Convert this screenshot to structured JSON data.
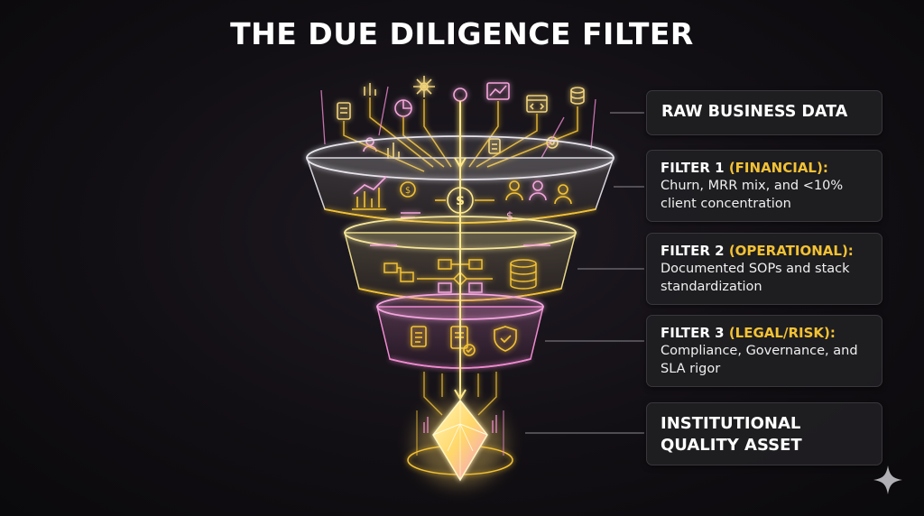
{
  "title": "THE DUE DILIGENCE FILTER",
  "stages": [
    {
      "heading": "RAW BUSINESS DATA",
      "tag": "",
      "description": ""
    },
    {
      "heading": "FILTER 1 ",
      "tag": "(FINANCIAL):",
      "description": "Churn, MRR mix, and <10% client concentration"
    },
    {
      "heading": "FILTER 2 ",
      "tag": "(OPERATIONAL):",
      "description": "Documented SOPs and stack standardization"
    },
    {
      "heading": "FILTER 3 ",
      "tag": "(LEGAL/RISK):",
      "description": "Compliance, Governance, and SLA rigor"
    },
    {
      "heading": "INSTITUTIONAL QUALITY ASSET",
      "tag": "",
      "description": ""
    }
  ],
  "colors": {
    "accent_gold": "#f3c234",
    "glow_yellow": "#ffe98a",
    "glow_pink": "#f08ad0",
    "card_bg": "#201e22"
  },
  "icons": [
    "document-icon",
    "bar-chart-icon",
    "pie-chart-icon",
    "network-icon",
    "line-chart-icon",
    "browser-code-icon",
    "database-icon",
    "gear-icon",
    "dollar-coin-icon",
    "users-icon",
    "flowchart-icon",
    "shield-check-icon",
    "gem-icon",
    "sparkle-icon"
  ]
}
